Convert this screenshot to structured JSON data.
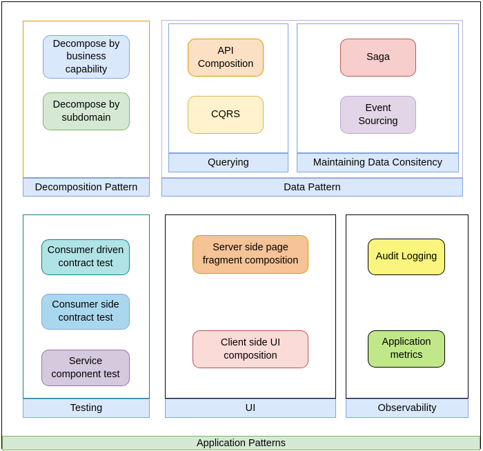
{
  "diagram": {
    "title": "Application Patterns",
    "master_label": "Application Patterns",
    "colors": {
      "lane_label_fill": "#dae8fc",
      "lane_label_border": "#7ea6e0",
      "master_fill": "#d5e8d4",
      "master_border": "#82b366",
      "canvas": "#ffffff"
    }
  },
  "groups": {
    "decomposition": {
      "label": "Decomposition Pattern",
      "nodes": [
        {
          "label": "Decompose by\nbusiness\ncapability",
          "fill": "#dae8fc",
          "border": "#7ea6e0"
        },
        {
          "label": "Decompose by\nsubdomain",
          "fill": "#d5e8d4",
          "border": "#82b366"
        }
      ]
    },
    "data_pattern": {
      "label": "Data Pattern",
      "subgroups": [
        {
          "label": "Querying",
          "nodes": [
            {
              "label": "API\nComposition",
              "fill": "#fbe0c3",
              "border": "#d79b00"
            },
            {
              "label": "CQRS",
              "fill": "#fff2cc",
              "border": "#d6b656"
            }
          ]
        },
        {
          "label": "Maintaining Data Consitency",
          "nodes": [
            {
              "label": "Saga",
              "fill": "#f8cecc",
              "border": "#b85450"
            },
            {
              "label": "Event\nSourcing",
              "fill": "#e1d5e7",
              "border": "#b9a7cc"
            }
          ]
        }
      ]
    },
    "testing": {
      "label": "Testing",
      "nodes": [
        {
          "label": "Consumer driven\ncontract test",
          "fill": "#b0e3e6",
          "border": "#0e8088"
        },
        {
          "label": "Consumer side\ncontract test",
          "fill": "#a9d8ee",
          "border": "#7ea6e0"
        },
        {
          "label": "Service\ncomponent test",
          "fill": "#d4c9dd",
          "border": "#9673a6"
        }
      ]
    },
    "ui": {
      "label": "UI",
      "nodes": [
        {
          "label": "Server side page\nfragment composition",
          "fill": "#f5c396",
          "border": "#d79b00"
        },
        {
          "label": "Client side UI\ncomposition",
          "fill": "#fadbd8",
          "border": "#b85450"
        }
      ]
    },
    "observability": {
      "label": "Observability",
      "nodes": [
        {
          "label": "Audit Logging",
          "fill": "#faf57c",
          "border": "#000000"
        },
        {
          "label": "Application\nmetrics",
          "fill": "#c0e888",
          "border": "#000000"
        }
      ]
    }
  }
}
